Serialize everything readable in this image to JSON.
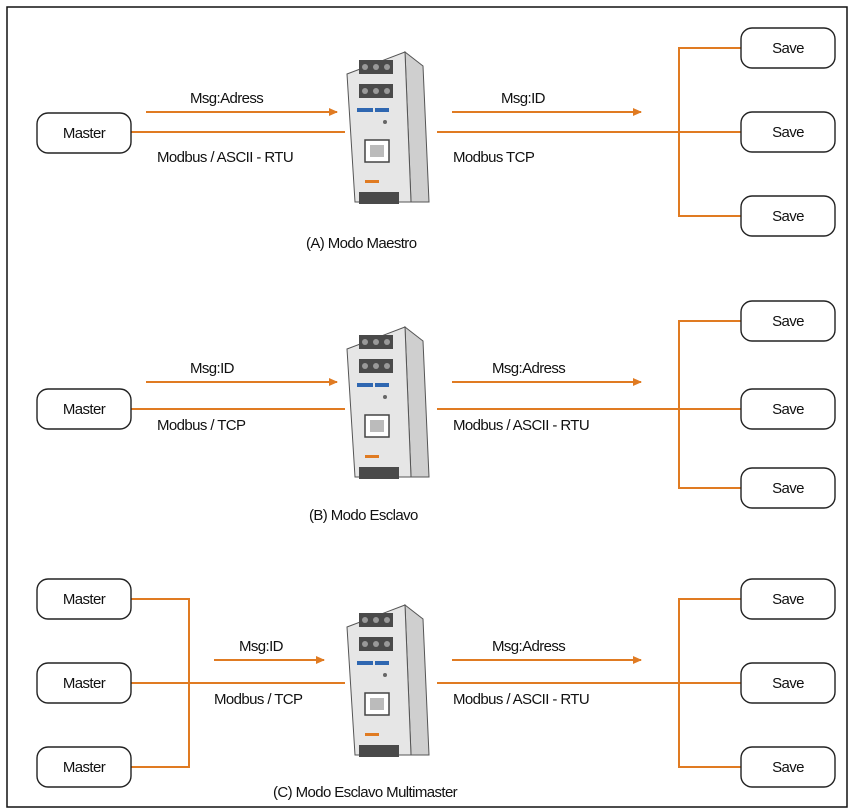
{
  "colors": {
    "wire": "#e07b22",
    "device_body": "#e6e6e6",
    "device_dark": "#4a4a4a",
    "device_logo": "#2f67b1",
    "device_led": "#e07b22"
  },
  "sections": [
    {
      "caption": "(A) Modo Maestro",
      "top_label": "Msg:Adress",
      "left_protocol": "Modbus / ASCII - RTU",
      "right_top_label": "Msg:ID",
      "right_protocol": "Modbus TCP",
      "masters": [
        "Master"
      ],
      "slaves": [
        "Save",
        "Save",
        "Save"
      ]
    },
    {
      "caption": "(B) Modo Esclavo",
      "top_label": "Msg:ID",
      "left_protocol": "Modbus / TCP",
      "right_top_label": "Msg:Adress",
      "right_protocol": "Modbus / ASCII - RTU",
      "masters": [
        "Master"
      ],
      "slaves": [
        "Save",
        "Save",
        "Save"
      ]
    },
    {
      "caption": "(C) Modo Esclavo Multimaster",
      "top_label": "Msg:ID",
      "left_protocol": "Modbus / TCP",
      "right_top_label": "Msg:Adress",
      "right_protocol": "Modbus / ASCII - RTU",
      "masters": [
        "Master",
        "Master",
        "Master"
      ],
      "slaves": [
        "Save",
        "Save",
        "Save"
      ]
    }
  ]
}
